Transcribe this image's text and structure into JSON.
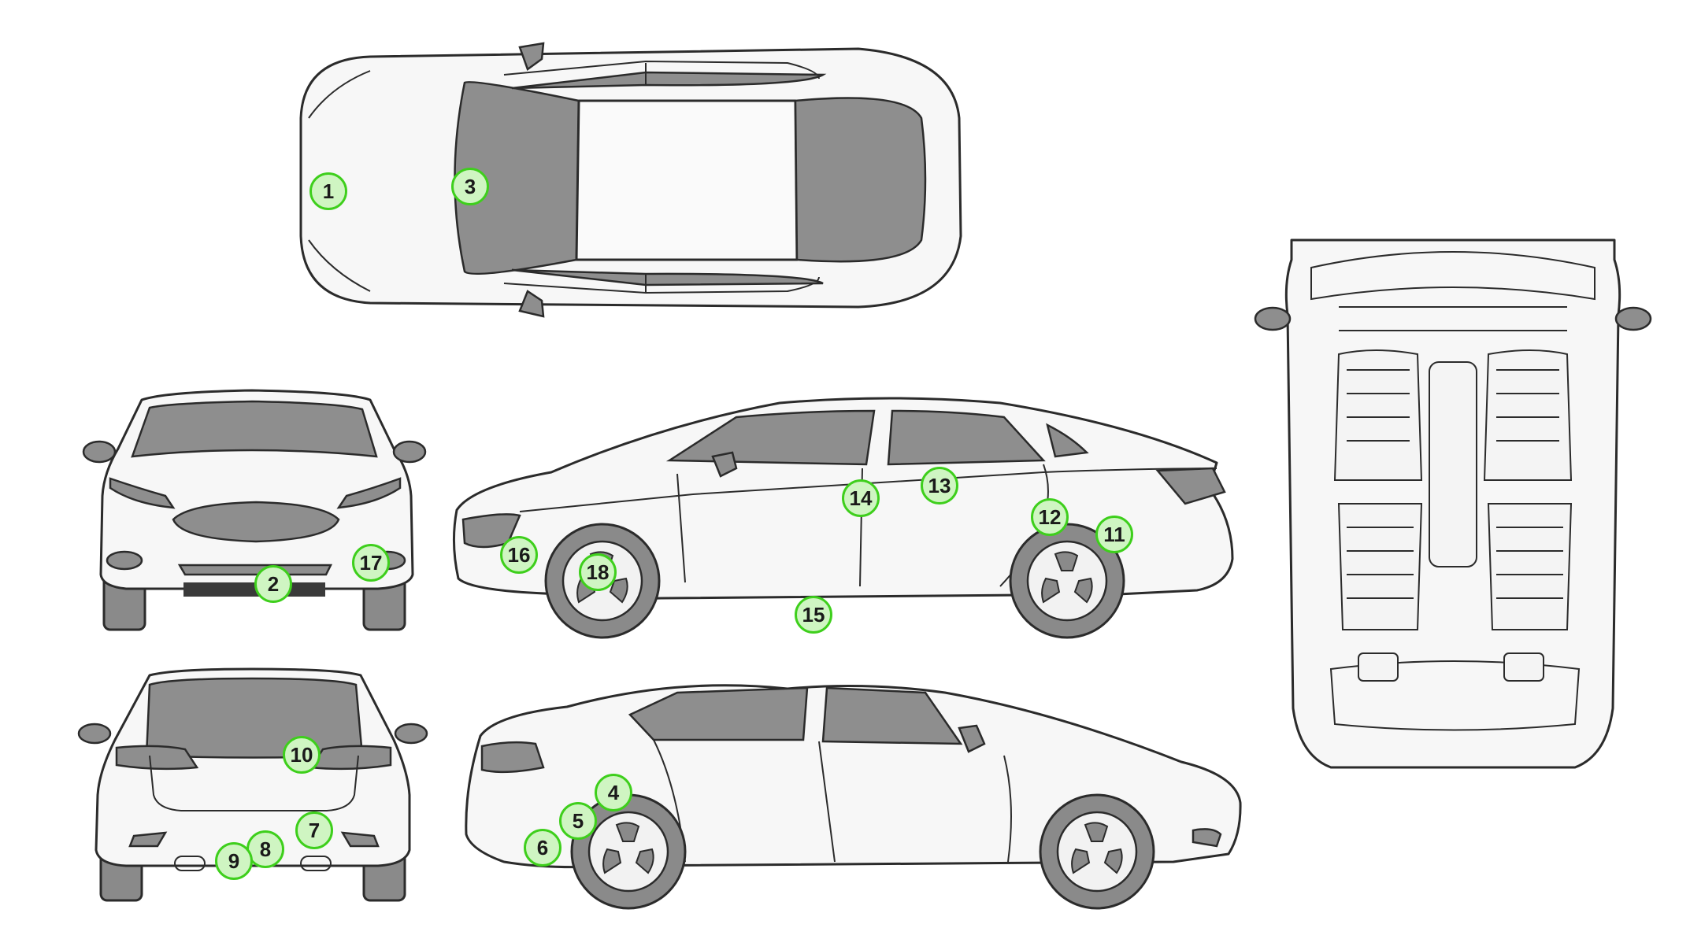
{
  "markers": [
    {
      "label": "1",
      "part": "front bumper (top view)"
    },
    {
      "label": "2",
      "part": "front bumper lower"
    },
    {
      "label": "3",
      "part": "windshield"
    },
    {
      "label": "4",
      "part": "rear wheel arch"
    },
    {
      "label": "5",
      "part": "rear quarter panel"
    },
    {
      "label": "6",
      "part": "rear bumper corner"
    },
    {
      "label": "7",
      "part": "rear bumper right"
    },
    {
      "label": "8",
      "part": "rear bumper center"
    },
    {
      "label": "9",
      "part": "exhaust"
    },
    {
      "label": "10",
      "part": "tailgate"
    },
    {
      "label": "11",
      "part": "rear quarter panel right"
    },
    {
      "label": "12",
      "part": "rear wheel arch right"
    },
    {
      "label": "13",
      "part": "rear door window"
    },
    {
      "label": "14",
      "part": "door handle area"
    },
    {
      "label": "15",
      "part": "side sill"
    },
    {
      "label": "16",
      "part": "front bumper side"
    },
    {
      "label": "17",
      "part": "front fender"
    },
    {
      "label": "18",
      "part": "front wheel"
    }
  ],
  "colors": {
    "marker_fill": "#cff5c2",
    "marker_border": "#3ecf1c",
    "glass": "#8e8e8e",
    "body": "#f7f7f7",
    "outline": "#2b2b2b"
  }
}
